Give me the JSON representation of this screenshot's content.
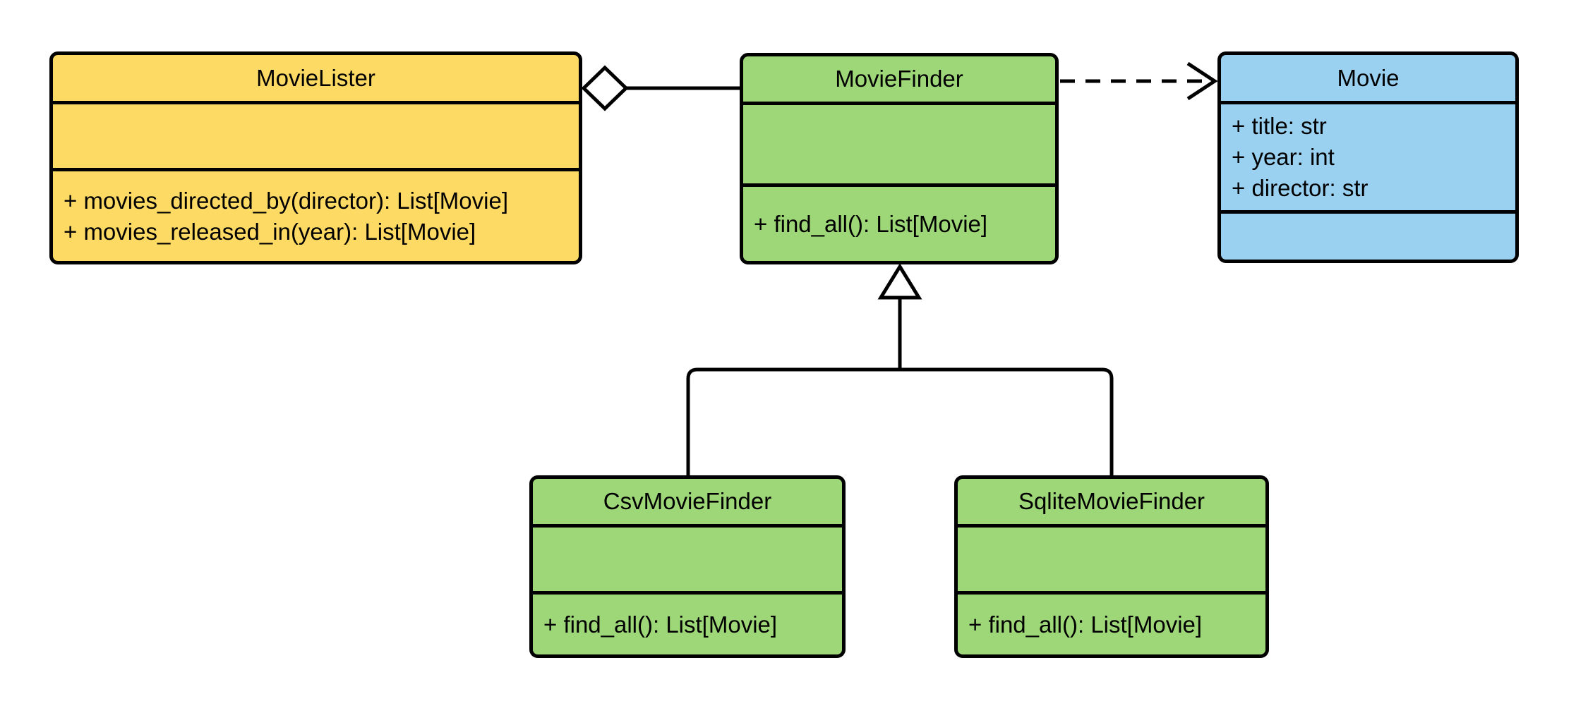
{
  "diagram": {
    "kind": "uml-class-diagram",
    "background": "#FFFFFF",
    "stroke_color": "#000000",
    "colors": {
      "yellow_fill": "#FDDA64",
      "green_fill": "#9ED778",
      "blue_fill": "#9AD1F0"
    }
  },
  "classes": {
    "movie_lister": {
      "name": "MovieLister",
      "fill": "#FDDA64",
      "attributes": [],
      "methods": [
        "+ movies_directed_by(director): List[Movie]",
        "+ movies_released_in(year): List[Movie]"
      ]
    },
    "movie_finder": {
      "name": "MovieFinder",
      "fill": "#9ED778",
      "attributes": [],
      "methods": [
        "+ find_all(): List[Movie]"
      ]
    },
    "movie": {
      "name": "Movie",
      "fill": "#9AD1F0",
      "attributes": [
        "+ title: str",
        "+ year: int",
        "+ director: str"
      ],
      "methods": []
    },
    "csv_movie_finder": {
      "name": "CsvMovieFinder",
      "fill": "#9ED778",
      "attributes": [],
      "methods": [
        "+ find_all(): List[Movie]"
      ]
    },
    "sqlite_movie_finder": {
      "name": "SqliteMovieFinder",
      "fill": "#9ED778",
      "attributes": [],
      "methods": [
        "+ find_all(): List[Movie]"
      ]
    }
  },
  "relationships": [
    {
      "type": "aggregation",
      "owner": "MovieLister",
      "part": "MovieFinder"
    },
    {
      "type": "dependency",
      "from": "MovieFinder",
      "to": "Movie"
    },
    {
      "type": "inheritance",
      "child": "CsvMovieFinder",
      "parent": "MovieFinder"
    },
    {
      "type": "inheritance",
      "child": "SqliteMovieFinder",
      "parent": "MovieFinder"
    }
  ]
}
